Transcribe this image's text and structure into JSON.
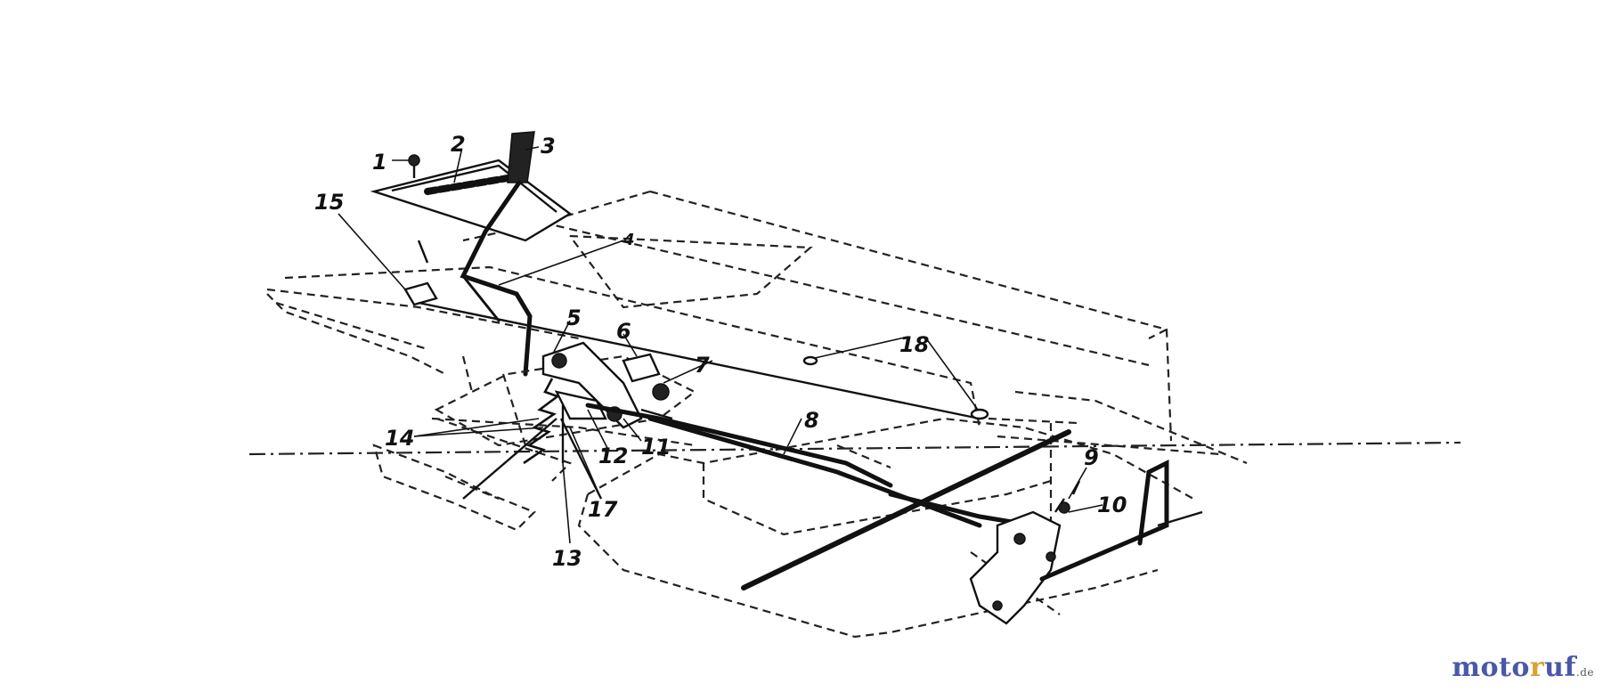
{
  "callouts": {
    "c1": "1",
    "c2": "2",
    "c3": "3",
    "c4": "4",
    "c5": "5",
    "c6": "6",
    "c7": "7",
    "c8": "8",
    "c9": "9",
    "c10": "10",
    "c11": "11",
    "c12": "12",
    "c13": "13",
    "c14": "14",
    "c15": "15",
    "c17": "17",
    "c18": "18"
  },
  "watermark": {
    "part1": "moto",
    "part2": "r",
    "part3": "uf",
    "part4": ".de"
  }
}
